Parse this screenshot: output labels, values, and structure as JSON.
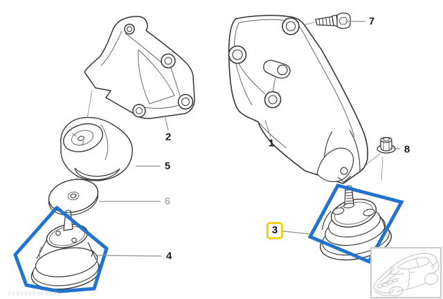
{
  "diagram": {
    "kind": "exploded-parts-diagram",
    "callouts": {
      "bracket_large": {
        "label": "1"
      },
      "bracket_small": {
        "label": "2"
      },
      "engine_mount_right": {
        "label": "3",
        "highlighted": true
      },
      "engine_mount_left": {
        "label": "4"
      },
      "mount_cover": {
        "label": "5"
      },
      "washer_disc": {
        "label": "6",
        "muted": true
      },
      "bolt": {
        "label": "7"
      },
      "nut": {
        "label": "8"
      }
    },
    "selected_part_label": "3",
    "colors": {
      "highlight_border": "#f2ce0d",
      "selection_outline": "#2273ce",
      "label_text": "#1a1a1a",
      "muted_label_text": "#aeaeae",
      "drawing_line": "#333333",
      "leader_line": "#8f8f8f",
      "car_line": "#c9c9c9"
    },
    "thumbnail": {
      "name": "car-silhouette"
    }
  }
}
